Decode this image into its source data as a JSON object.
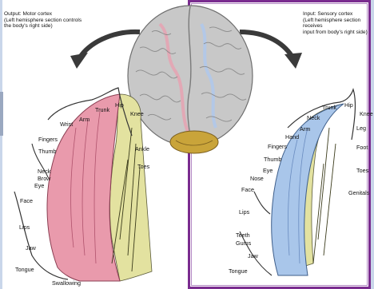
{
  "motor": {
    "title_lines": [
      "Output: Motor cortex",
      "(Left hemisphere section controls",
      "the body's right side)"
    ],
    "labels": {
      "trunk": "Trunk",
      "hip": "Hip",
      "knee": "Knee",
      "arm": "Arm",
      "wrist": "Wrist",
      "fingers": "Fingers",
      "thumb": "Thumb",
      "ankle": "Ankle",
      "toes": "Toes",
      "neck": "Neck",
      "brow": "Brow",
      "eye": "Eye",
      "face": "Face",
      "lips": "Lips",
      "jaw": "Jaw",
      "tongue": "Tongue",
      "swallowing": "Swallowing"
    }
  },
  "sensory": {
    "title_lines": [
      "Input: Sensory cortex",
      "(Left hemisphere section receives",
      "input from body's right side)"
    ],
    "labels": {
      "trunk": "Trunk",
      "hip": "Hip",
      "knee": "Knee",
      "neck": "Neck",
      "leg": "Leg",
      "arm": "Arm",
      "hand": "Hand",
      "fingers": "Fingers",
      "foot": "Foot",
      "thumb": "Thumb",
      "toes": "Toes",
      "eye": "Eye",
      "nose": "Nose",
      "face": "Face",
      "genitals": "Genitals",
      "lips": "Lips",
      "teeth": "Teeth",
      "gums": "Gums",
      "jaw": "Jaw",
      "tongue": "Tongue"
    }
  },
  "colors": {
    "motor_strip": "#e99aac",
    "sensory_strip": "#a9c6ea",
    "fiber_yellow": "#d9d77a",
    "brain": "#cfcfcf",
    "frame_purple": "#7a2c8f",
    "slide_blue": "#c9d6ea"
  }
}
